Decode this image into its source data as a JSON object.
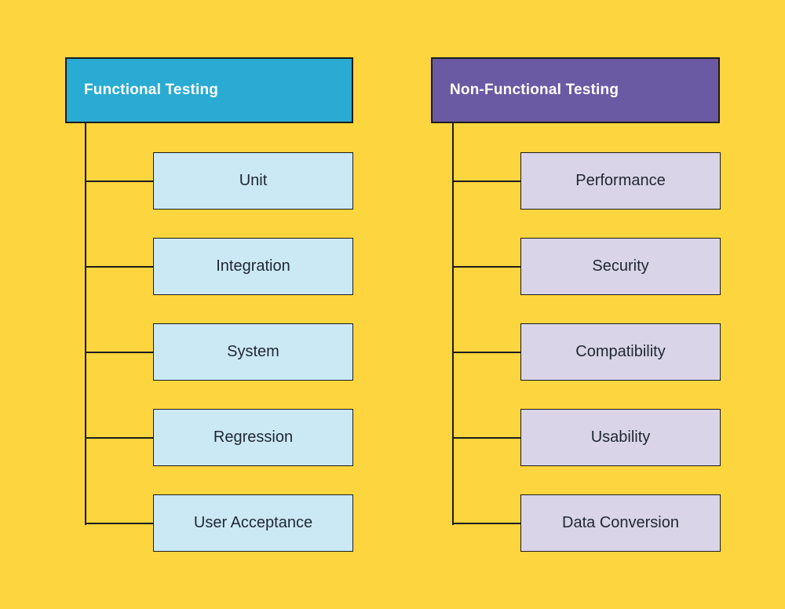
{
  "diagram": {
    "type": "tree",
    "background_color": "#FCD53F",
    "line_color": "#1C1C1C",
    "trees": [
      {
        "label": "Functional Testing",
        "header_bg": "#29ABD3",
        "header_text_color": "#FFFFFF",
        "child_bg": "#CBE9F4",
        "child_text_color": "#1F2733",
        "children": [
          "Unit",
          "Integration",
          "System",
          "Regression",
          "User Acceptance"
        ]
      },
      {
        "label": "Non-Functional Testing",
        "header_bg": "#6A59A3",
        "header_text_color": "#FFFFFF",
        "child_bg": "#D9D4E7",
        "child_text_color": "#1F2733",
        "children": [
          "Performance",
          "Security",
          "Compatibility",
          "Usability",
          "Data Conversion"
        ]
      }
    ]
  }
}
